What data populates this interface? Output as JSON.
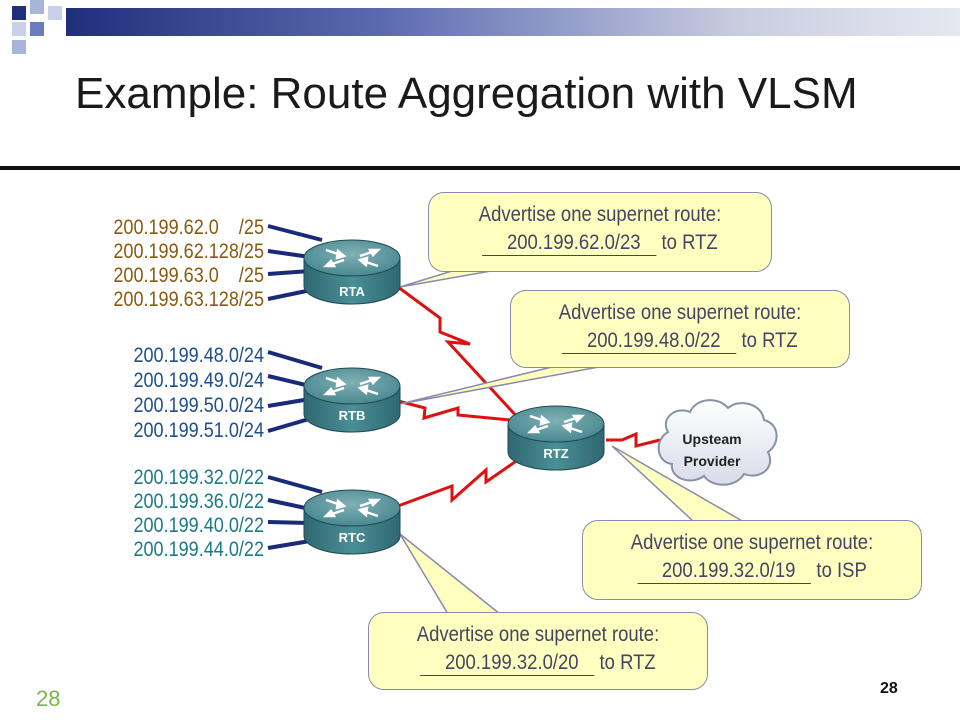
{
  "title": "Example: Route Aggregation with VLSM",
  "page_number_left": "28",
  "page_number_right": "28",
  "colors": {
    "serial_link": "#dd1111",
    "router": "#3d7a80",
    "callout_fill": "#ffffc0",
    "brown": "#8a5a10",
    "blue": "#1f4e8c",
    "teal": "#1a7a87"
  },
  "routers": {
    "rta": "RTA",
    "rtb": "RTB",
    "rtc": "RTC",
    "rtz": "RTZ"
  },
  "cloud": {
    "line1": "Upsteam",
    "line2": "Provider"
  },
  "networks": {
    "rta": [
      "200.199.62.0    /25",
      "200.199.62.128/25",
      "200.199.63.0    /25",
      "200.199.63.128/25"
    ],
    "rtb": [
      "200.199.48.0/24",
      "200.199.49.0/24",
      "200.199.50.0/24",
      "200.199.51.0/24"
    ],
    "rtc": [
      "200.199.32.0/22",
      "200.199.36.0/22",
      "200.199.40.0/22",
      "200.199.44.0/22"
    ]
  },
  "callouts": {
    "rta": {
      "text": "Advertise one supernet route:",
      "route": "200.199.62.0/23",
      "target": "to RTZ"
    },
    "rtb": {
      "text": "Advertise one supernet route:",
      "route": "200.199.48.0/22",
      "target": "to RTZ"
    },
    "rtc": {
      "text": "Advertise one supernet route:",
      "route": "200.199.32.0/20",
      "target": "to RTZ"
    },
    "rtz": {
      "text": "Advertise one supernet route:",
      "route": "200.199.32.0/19",
      "target": "to ISP"
    }
  }
}
